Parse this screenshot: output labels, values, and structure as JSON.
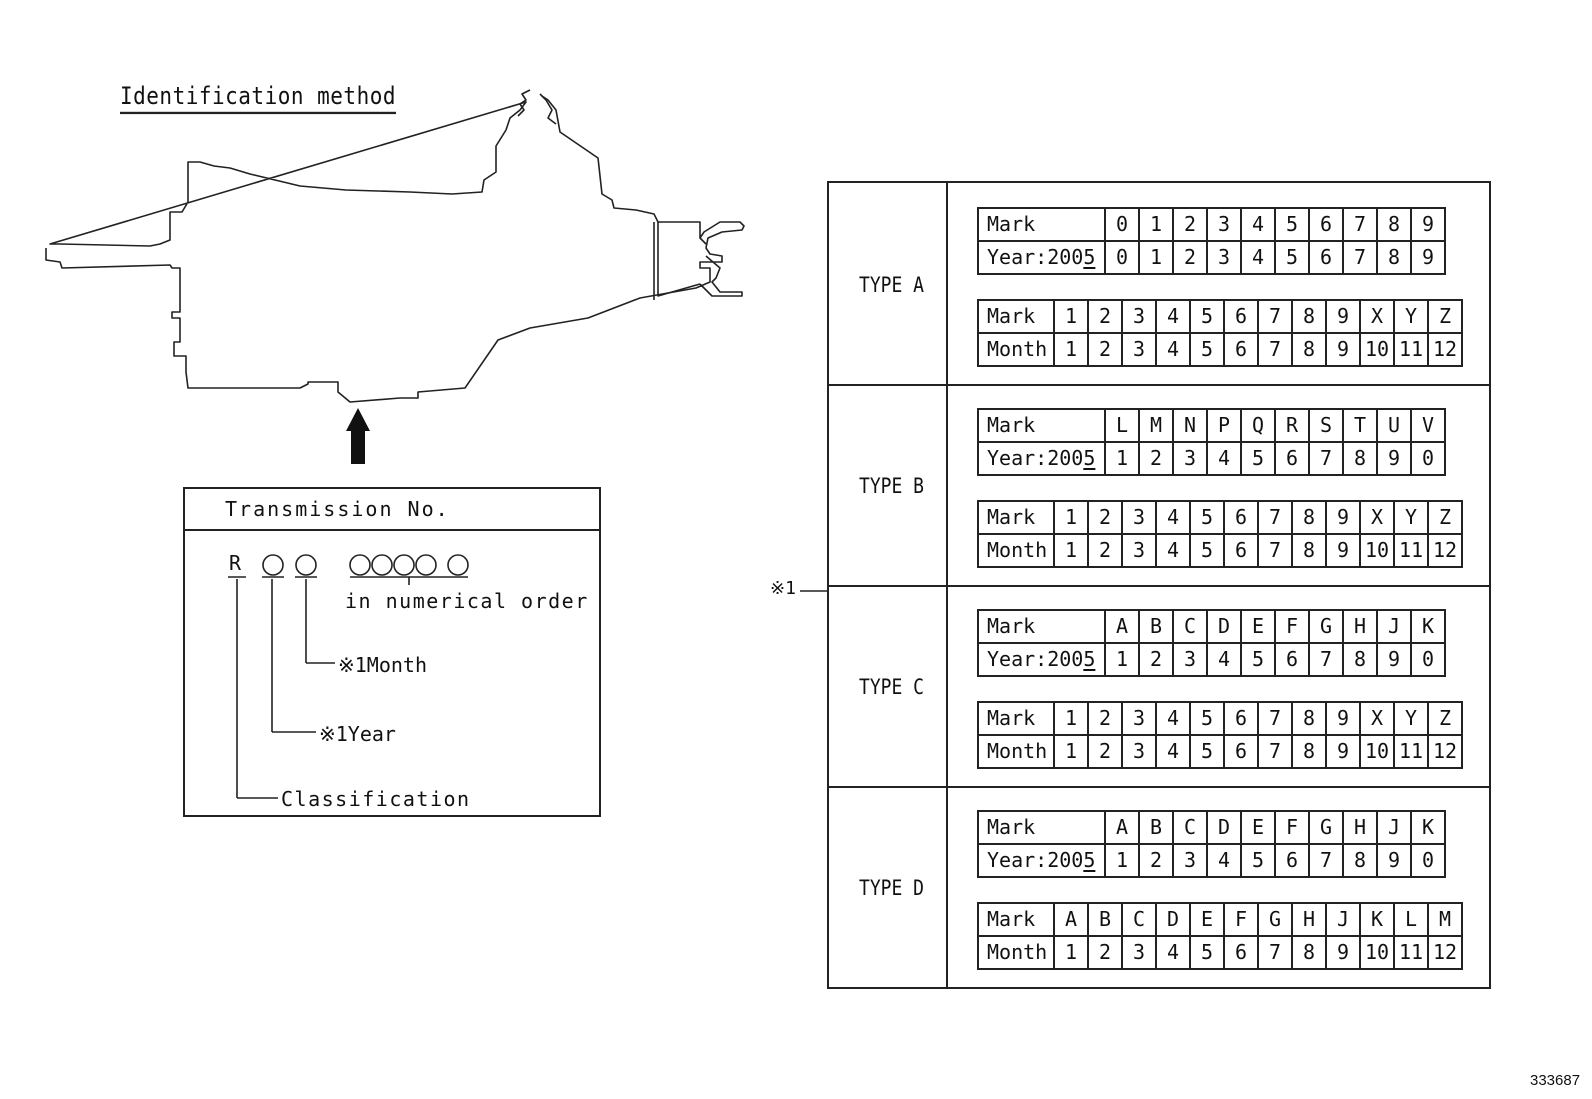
{
  "heading": "Identification method",
  "transmission_box": {
    "title": "Transmission No.",
    "prefix_letter": "R",
    "serial_caption": "in numerical order",
    "month_label": "※1Month",
    "year_label": "※1Year",
    "classification_label": "Classification"
  },
  "reference_mark": "※1",
  "figure_id": "333687",
  "types": [
    {
      "label": "TYPE A",
      "year_table": {
        "header_row": "Mark",
        "value_row_prefix": "Year:200",
        "value_row_digit": "5",
        "marks": [
          "0",
          "1",
          "2",
          "3",
          "4",
          "5",
          "6",
          "7",
          "8",
          "9"
        ],
        "values": [
          "0",
          "1",
          "2",
          "3",
          "4",
          "5",
          "6",
          "7",
          "8",
          "9"
        ]
      },
      "month_table": {
        "header_row": "Mark",
        "value_row": "Month",
        "marks": [
          "1",
          "2",
          "3",
          "4",
          "5",
          "6",
          "7",
          "8",
          "9",
          "X",
          "Y",
          "Z"
        ],
        "values": [
          "1",
          "2",
          "3",
          "4",
          "5",
          "6",
          "7",
          "8",
          "9",
          "10",
          "11",
          "12"
        ]
      }
    },
    {
      "label": "TYPE B",
      "year_table": {
        "header_row": "Mark",
        "value_row_prefix": "Year:200",
        "value_row_digit": "5",
        "marks": [
          "L",
          "M",
          "N",
          "P",
          "Q",
          "R",
          "S",
          "T",
          "U",
          "V"
        ],
        "values": [
          "1",
          "2",
          "3",
          "4",
          "5",
          "6",
          "7",
          "8",
          "9",
          "0"
        ]
      },
      "month_table": {
        "header_row": "Mark",
        "value_row": "Month",
        "marks": [
          "1",
          "2",
          "3",
          "4",
          "5",
          "6",
          "7",
          "8",
          "9",
          "X",
          "Y",
          "Z"
        ],
        "values": [
          "1",
          "2",
          "3",
          "4",
          "5",
          "6",
          "7",
          "8",
          "9",
          "10",
          "11",
          "12"
        ]
      }
    },
    {
      "label": "TYPE C",
      "year_table": {
        "header_row": "Mark",
        "value_row_prefix": "Year:200",
        "value_row_digit": "5",
        "marks": [
          "A",
          "B",
          "C",
          "D",
          "E",
          "F",
          "G",
          "H",
          "J",
          "K"
        ],
        "values": [
          "1",
          "2",
          "3",
          "4",
          "5",
          "6",
          "7",
          "8",
          "9",
          "0"
        ]
      },
      "month_table": {
        "header_row": "Mark",
        "value_row": "Month",
        "marks": [
          "1",
          "2",
          "3",
          "4",
          "5",
          "6",
          "7",
          "8",
          "9",
          "X",
          "Y",
          "Z"
        ],
        "values": [
          "1",
          "2",
          "3",
          "4",
          "5",
          "6",
          "7",
          "8",
          "9",
          "10",
          "11",
          "12"
        ]
      }
    },
    {
      "label": "TYPE D",
      "year_table": {
        "header_row": "Mark",
        "value_row_prefix": "Year:200",
        "value_row_digit": "5",
        "marks": [
          "A",
          "B",
          "C",
          "D",
          "E",
          "F",
          "G",
          "H",
          "J",
          "K"
        ],
        "values": [
          "1",
          "2",
          "3",
          "4",
          "5",
          "6",
          "7",
          "8",
          "9",
          "0"
        ]
      },
      "month_table": {
        "header_row": "Mark",
        "value_row": "Month",
        "marks": [
          "A",
          "B",
          "C",
          "D",
          "E",
          "F",
          "G",
          "H",
          "J",
          "K",
          "L",
          "M"
        ],
        "values": [
          "1",
          "2",
          "3",
          "4",
          "5",
          "6",
          "7",
          "8",
          "9",
          "10",
          "11",
          "12"
        ]
      }
    }
  ]
}
